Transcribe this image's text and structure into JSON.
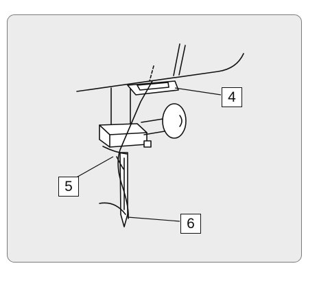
{
  "labels": {
    "callout_4": "4",
    "callout_5": "5",
    "callout_6": "6"
  },
  "colors": {
    "panel": "#ececec",
    "line": "#111111",
    "label_bg": "#ffffff"
  }
}
